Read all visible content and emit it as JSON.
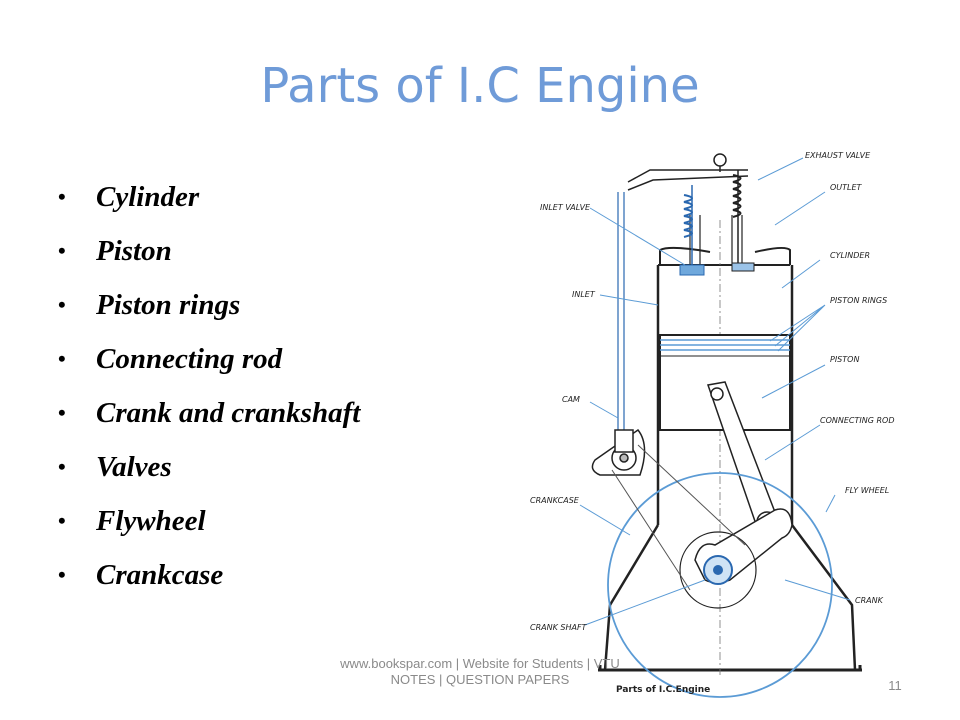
{
  "slide": {
    "title": "Parts of I.C Engine",
    "bullet_glyph": "•",
    "bullets": [
      "Cylinder",
      "Piston",
      "Piston rings",
      "Connecting rod",
      "Crank and crankshaft",
      "Valves",
      "Flywheel",
      "Crankcase"
    ],
    "footer": "www.bookspar.com | Website for Students | VTU NOTES | QUESTION PAPERS",
    "page_number": "11"
  },
  "diagram": {
    "labels": {
      "exhaust_valve": "EXHAUST VALVE",
      "outlet": "OUTLET",
      "inlet_valve": "INLET VALVE",
      "cylinder": "CYLINDER",
      "inlet": "INLET",
      "piston_rings": "PISTON RINGS",
      "piston": "PISTON",
      "cam": "CAM",
      "connecting_rod": "CONNECTING ROD",
      "flywheel": "FLY WHEEL",
      "crankcase": "CRANKCASE",
      "crank": "CRANK",
      "crank_shaft": "CRANK SHAFT"
    },
    "caption": "Parts of I.C.Engine"
  }
}
